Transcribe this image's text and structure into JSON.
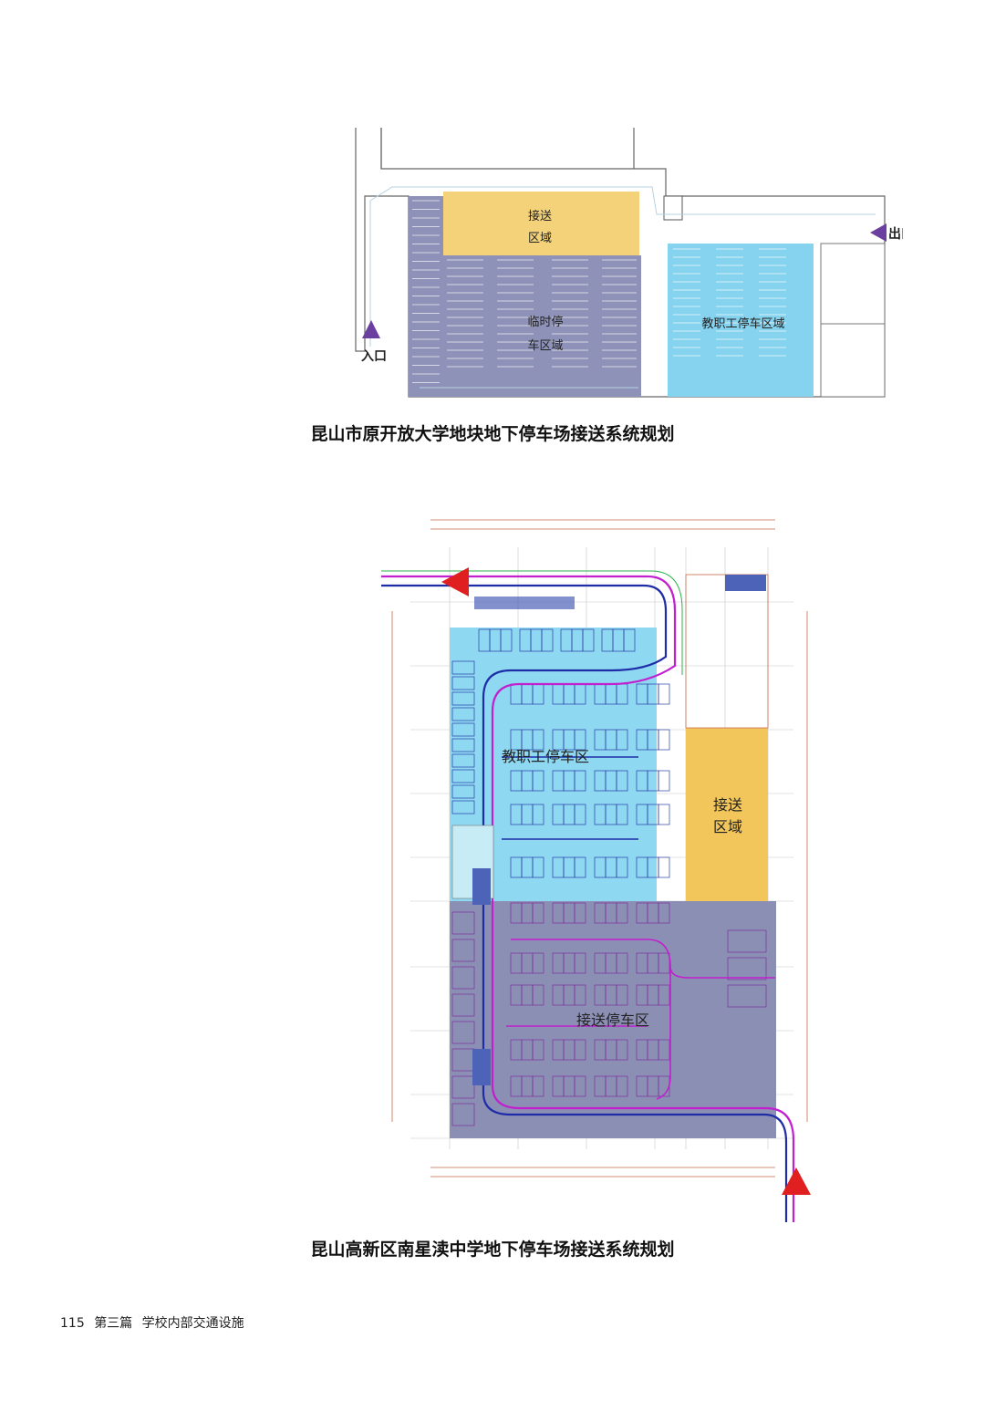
{
  "figure1": {
    "labels": {
      "dropoff": [
        "接送",
        "区域"
      ],
      "temp_parking": [
        "临时停",
        "车区域"
      ],
      "staff_parking": "教职工停车区域",
      "entrance": "入口",
      "exit": "出口"
    },
    "colors": {
      "yellow": "#f4d27a",
      "gray": "#8e92b8",
      "blue": "#86d3f0",
      "arrow": "#6b3fa0"
    },
    "caption": "昆山市原开放大学地块地下停车场接送系统规划"
  },
  "figure2": {
    "labels": {
      "staff_parking": "教职工停车区",
      "dropoff": [
        "接送",
        "区域"
      ],
      "dropoff_parking": "接送停车区"
    },
    "colors": {
      "blue": "#8ed8f2",
      "gray": "#8c8fb4",
      "yellow": "#f2c65a",
      "arrow": "#e02020",
      "route_blue": "#1f2ca8",
      "route_magenta": "#c21fcf"
    },
    "caption": "昆山高新区南星渎中学地下停车场接送系统规划"
  },
  "footer": {
    "page_number": "115",
    "chapter": "第三篇",
    "section": "学校内部交通设施"
  }
}
